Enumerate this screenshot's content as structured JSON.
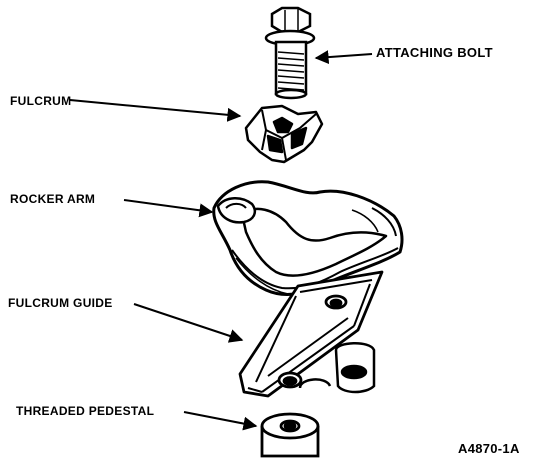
{
  "labels": {
    "attaching_bolt": "ATTACHING BOLT",
    "fulcrum": "FULCRUM",
    "rocker_arm": "ROCKER ARM",
    "fulcrum_guide": "FULCRUM GUIDE",
    "threaded_pedestal": "THREADED PEDESTAL"
  },
  "figure_code": "A4870-1A",
  "colors": {
    "ink": "#000000",
    "paper": "#ffffff"
  }
}
